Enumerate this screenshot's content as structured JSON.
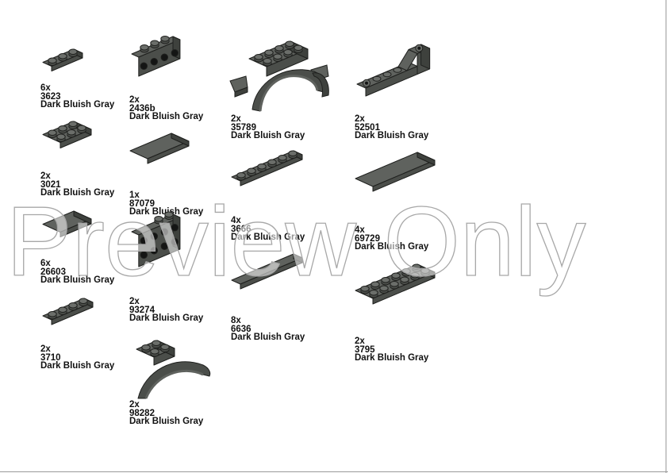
{
  "watermark": "Preview Only",
  "colors": {
    "part_top": "#5f625e",
    "part_front": "#4b4e4a",
    "part_side": "#3e413d",
    "stud": "#6b6e6a",
    "outline": "#1f201e",
    "hole": "#141514"
  },
  "parts": [
    {
      "id": "p3623",
      "qty": "6x",
      "number": "3623",
      "color": "Dark Bluish Gray",
      "icon": "plate-1x3-icon"
    },
    {
      "id": "p3021",
      "qty": "2x",
      "number": "3021",
      "color": "Dark Bluish Gray",
      "icon": "plate-2x3-icon"
    },
    {
      "id": "p26603",
      "qty": "6x",
      "number": "26603",
      "color": "Dark Bluish Gray",
      "icon": "tile-2x3-icon"
    },
    {
      "id": "p3710",
      "qty": "2x",
      "number": "3710",
      "color": "Dark Bluish Gray",
      "icon": "plate-1x4-icon"
    },
    {
      "id": "p2436b",
      "qty": "2x",
      "number": "2436b",
      "color": "Dark Bluish Gray",
      "icon": "bracket-1x2-1x4-icon"
    },
    {
      "id": "p87079",
      "qty": "1x",
      "number": "87079",
      "color": "Dark Bluish Gray",
      "icon": "tile-2x4-icon"
    },
    {
      "id": "p93274",
      "qty": "2x",
      "number": "93274",
      "color": "Dark Bluish Gray",
      "icon": "bracket-1x2-2x4-icon"
    },
    {
      "id": "p98282",
      "qty": "2x",
      "number": "98282",
      "color": "Dark Bluish Gray",
      "icon": "mudguard-2x4-icon"
    },
    {
      "id": "p35789",
      "qty": "2x",
      "number": "35789",
      "color": "Dark Bluish Gray",
      "icon": "mudguard-arch-icon"
    },
    {
      "id": "p3666",
      "qty": "4x",
      "number": "3666",
      "color": "Dark Bluish Gray",
      "icon": "plate-1x6-icon"
    },
    {
      "id": "p6636",
      "qty": "8x",
      "number": "6636",
      "color": "Dark Bluish Gray",
      "icon": "tile-1x6-icon"
    },
    {
      "id": "p52501",
      "qty": "2x",
      "number": "52501",
      "color": "Dark Bluish Gray",
      "icon": "slope-inverted-1x6-icon"
    },
    {
      "id": "p69729",
      "qty": "4x",
      "number": "69729",
      "color": "Dark Bluish Gray",
      "icon": "tile-2x6-icon"
    },
    {
      "id": "p3795",
      "qty": "2x",
      "number": "3795",
      "color": "Dark Bluish Gray",
      "icon": "plate-2x6-icon"
    }
  ]
}
